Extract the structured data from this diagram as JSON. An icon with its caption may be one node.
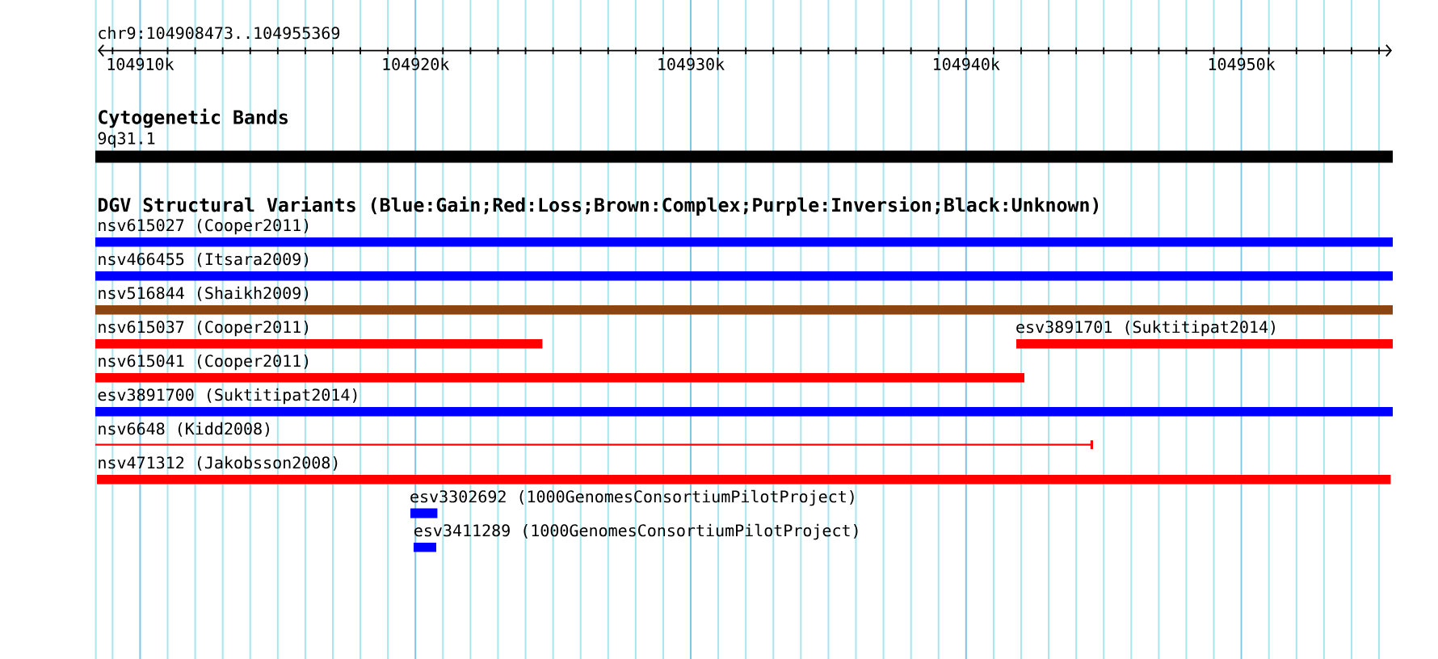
{
  "diagram": {
    "nodes": [
      {
        "text": [
          "9q31.1"
        ]
      },
      {
        "text": [
          "nsv615027 (Cooper2011)"
        ]
      },
      {
        "text": [
          "nsv466455 (Itsara2009)"
        ]
      },
      {
        "text": [
          "nsv516844 (Shaikh2009)"
        ]
      },
      {
        "text": [
          "nsv615037 (Cooper2011)"
        ]
      },
      {
        "text": [
          "esv3891701 (Suktitipat2014)"
        ]
      },
      {
        "text": [
          "nsv615041 (Cooper2011)"
        ]
      },
      {
        "text": [
          "esv3891700 (Suktitipat2014)"
        ]
      },
      {
        "text": [
          "nsv6648 (Kidd2008)"
        ]
      },
      {
        "text": [
          "nsv471312 (Jakobsson2008)"
        ]
      },
      {
        "text": [
          "esv3302692 (1000GenomesConsortiumPilotProject)"
        ]
      },
      {
        "text": [
          "esv3411289 (1000GenomesConsortiumPilotProject)"
        ]
      }
    ],
    "labels": [
      "chr9:104908473..104955369",
      "104910k",
      "104920k",
      "104930k",
      "104940k",
      "104950k",
      "Cytogenetic Bands",
      "DGV Structural Variants (Blue:Gain;Red:Loss;Brown:Complex;Purple:Inversion;Black:Unknown)"
    ]
  }
}
